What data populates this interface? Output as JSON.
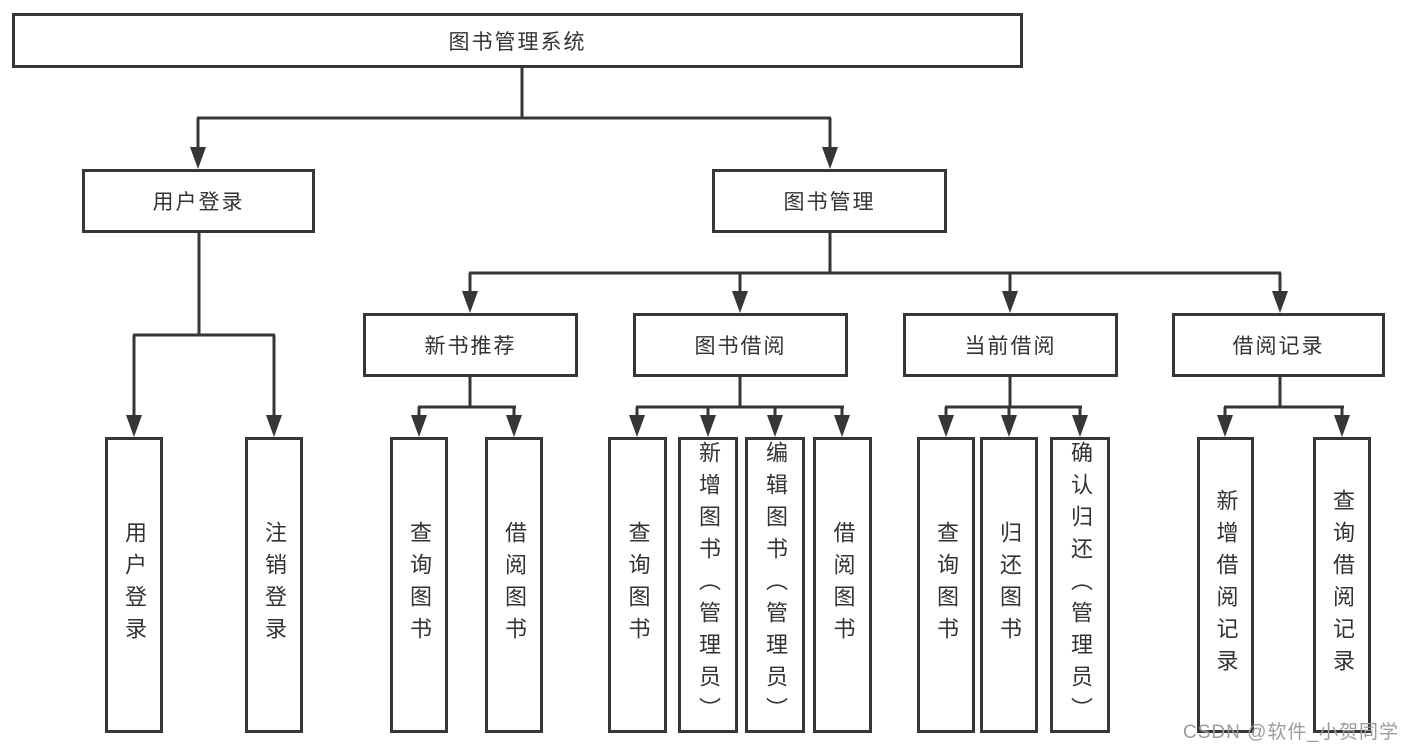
{
  "tree": {
    "label": "图书管理系统",
    "children": [
      {
        "label": "用户登录",
        "children": [
          {
            "label": "用户登录"
          },
          {
            "label": "注销登录"
          }
        ]
      },
      {
        "label": "图书管理",
        "children": [
          {
            "label": "新书推荐",
            "children": [
              {
                "label": "查询图书"
              },
              {
                "label": "借阅图书"
              }
            ]
          },
          {
            "label": "图书借阅",
            "children": [
              {
                "label": "查询图书"
              },
              {
                "label": "新增图书（管理员）"
              },
              {
                "label": "编辑图书（管理员）"
              },
              {
                "label": "借阅图书"
              }
            ]
          },
          {
            "label": "当前借阅",
            "children": [
              {
                "label": "查询图书"
              },
              {
                "label": "归还图书"
              },
              {
                "label": "确认归还（管理员）"
              }
            ]
          },
          {
            "label": "借阅记录",
            "children": [
              {
                "label": "新增借阅记录"
              },
              {
                "label": "查询借阅记录"
              }
            ]
          }
        ]
      }
    ]
  },
  "watermark": {
    "text": "CSDN @软件_小贺同学"
  },
  "colors": {
    "line": "#363636",
    "text": "#333333",
    "background": "#ffffff",
    "watermark": "#9c9c9c"
  }
}
